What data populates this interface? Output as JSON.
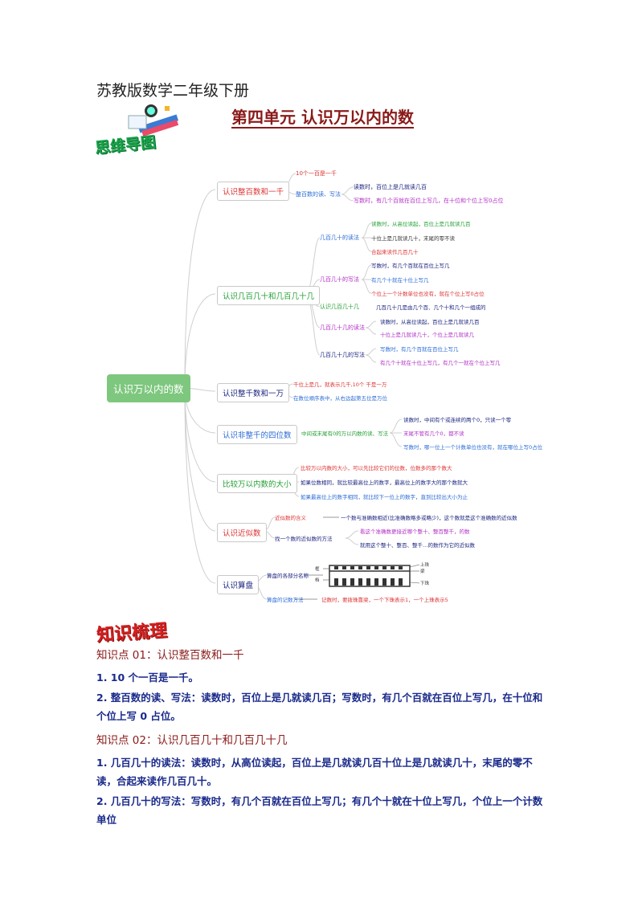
{
  "header": {
    "series": "苏教版数学二年级下册",
    "unit_title": "第四单元  认识万以内的数",
    "mindmap_label": "思维导图",
    "knowledge_label": "知识梳理"
  },
  "mindmap": {
    "root": "认识万以内的数",
    "branches": {
      "b1": {
        "label": "认识整百数和一千",
        "n1": "10个一百是一千",
        "n2": "整百数的读、写法",
        "n2a": "读数时，百位上是几就读几百",
        "n2b": "写数时，有几个百就在百位上写几，在十位和个位上写0占位"
      },
      "b2": {
        "label": "认识几百几十和几百几十几",
        "s1": "几百几十的读法",
        "s1a": "读数时，从高位读起，百位上是几就读几百",
        "s1b": "十位上是几就读几十，末尾的零不读",
        "s1c": "合起来读作几百几十",
        "s2": "几百几十的写法",
        "s2a": "写数时，有几个百就在百位上写几",
        "s2b": "有几个十就在十位上写几",
        "s2c": "个位上一个计数单位也没有，就在个位上写0占位",
        "s3": "认识几百几十几",
        "s3a": "几百几十几是由几个百、几个十和几个一组成的",
        "s4": "几百几十几的读法",
        "s4a": "读数时，从高位读起，百位上是几就读几百",
        "s4b": "十位上是几就读几十，个位上是几就读几",
        "s5": "几百几十几的写法",
        "s5a": "写数时，有几个百就在百位上写几",
        "s5b": "有几个十就在十位上写几，有几个一就在个位上写几"
      },
      "b3": {
        "label": "认识整千数和一万",
        "n1": "千位上是几，就表示几千,10个 千是一万",
        "n2": "在数位顺序表中，从右边起第五位是万位"
      },
      "b4": {
        "label": "认识非整千的四位数",
        "n1": "中间或末尾有0的万以内数的读、写法",
        "n1a": "读数时，中间有个或连续的两个0，只读一个零",
        "n1b": "末尾不管有几个0，都不读",
        "n1c": "写数时，哪一位上一个计数单位也没有，就在哪位上写0占位"
      },
      "b5": {
        "label": "比较万以内数的大小",
        "n1": "比较万以内数的大小，可以先比较它们的位数，位数多的那个数大",
        "n2": "如果位数相同，就比较最高位上的数字，最高位上的数字大的那个数就大",
        "n3": "如果最高位上的数字相同，就比较下一位上的数字，直到比较出大小为止"
      },
      "b6": {
        "label": "认识近似数",
        "n1": "近似数的含义",
        "n1a": "一个数与准确数相近(比准确数略多或略少)，这个数就是这个准确数的近似数",
        "n2": "找一个数的近似数的方法",
        "n2a": "看这个准确数更接近哪个整十、整百整千，的数",
        "n2b": "就用这个整十、整百、整千…的数作为它的近似数"
      },
      "b7": {
        "label": "认识算盘",
        "n1": "算盘的各部分名称",
        "n2": "算盘的记数方法",
        "n2a": "记数时，要拨珠靠梁，一个下珠表示1，一个上珠表示5",
        "abacus_top": "上珠",
        "abacus_beam": "梁",
        "abacus_bottom": "下珠",
        "abacus_frame": "框",
        "abacus_rod": "档"
      }
    }
  },
  "knowledge": {
    "kp1_title": "知识点 01：认识整百数和一千",
    "kp1_p1": "1. 10 个一百是一千。",
    "kp1_p2": "2. 整百数的读、写法：读数时，百位上是几就读几百；写数时，有几个百就在百位上写几，在十位和个位上写 0 占位。",
    "kp2_title": "知识点 02：认识几百几十和几百几十几",
    "kp2_p1": "1. 几百几十的读法：读数时，从高位读起，百位上是几就读几百十位上是几就读几十，末尾的零不读，合起来读作几百几十。",
    "kp2_p2": "2. 几百几十的写法：写数时，有几个百就在百位上写几；有几个十就在十位上写几，个位上一个计数单位"
  },
  "colors": {
    "title_red": "#8B1A1A",
    "root_green": "#7ec77e",
    "body_navy": "#1a2a8a"
  }
}
